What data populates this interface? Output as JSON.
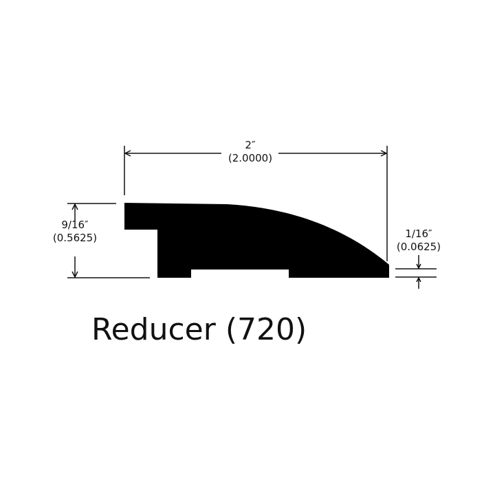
{
  "title": "Reducer (720)",
  "dimensions": {
    "width": {
      "fraction": "2″",
      "decimal": "(2.0000)"
    },
    "left_height": {
      "fraction": "9/16″",
      "decimal": "(0.5625)"
    },
    "right_height": {
      "fraction": "1/16″",
      "decimal": "(0.0625)"
    }
  },
  "colors": {
    "profile": "#000000",
    "lines": "#111111",
    "background": "#ffffff"
  }
}
